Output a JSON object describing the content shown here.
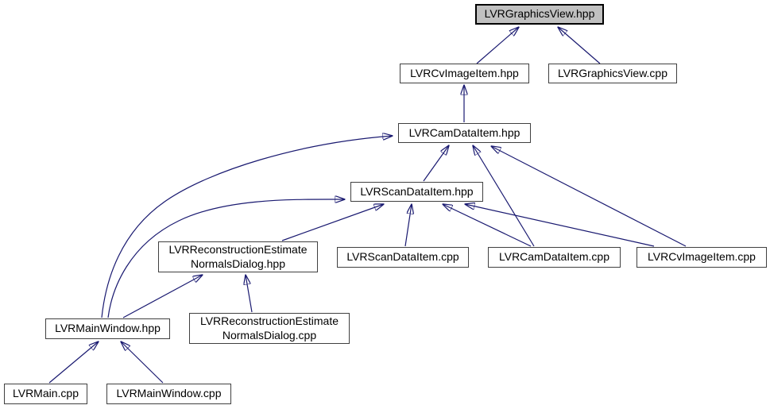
{
  "diagram": {
    "kind": "include-dependency-graph",
    "highlighted_node": "LVRGraphicsView.hpp",
    "colors": {
      "edge": "#191970",
      "node_fill": "#ffffff",
      "node_border": "#404040",
      "highlight_fill": "#c0c0c0",
      "highlight_border": "#000000",
      "text": "#000000",
      "background": "#ffffff"
    },
    "nodes": [
      {
        "id": "lvrgraphicsview-hpp",
        "label": "LVRGraphicsView.hpp"
      },
      {
        "id": "lvrcvimageitem-hpp",
        "label": "LVRCvImageItem.hpp"
      },
      {
        "id": "lvrgraphicsview-cpp",
        "label": "LVRGraphicsView.cpp"
      },
      {
        "id": "lvrcamdataitem-hpp",
        "label": "LVRCamDataItem.hpp"
      },
      {
        "id": "lvrscandataitem-hpp",
        "label": "LVRScanDataItem.hpp"
      },
      {
        "id": "lvrreconstructionestimatenormalsdialog-hpp",
        "label": "LVRReconstructionEstimate\nNormalsDialog.hpp"
      },
      {
        "id": "lvrscandataitem-cpp",
        "label": "LVRScanDataItem.cpp"
      },
      {
        "id": "lvrcamdataitem-cpp",
        "label": "LVRCamDataItem.cpp"
      },
      {
        "id": "lvrcvimageitem-cpp",
        "label": "LVRCvImageItem.cpp"
      },
      {
        "id": "lvrmainwindow-hpp",
        "label": "LVRMainWindow.hpp"
      },
      {
        "id": "lvrreconstructionestimatenormalsdialog-cpp",
        "label": "LVRReconstructionEstimate\nNormalsDialog.cpp"
      },
      {
        "id": "lvrmain-cpp",
        "label": "LVRMain.cpp"
      },
      {
        "id": "lvrmainwindow-cpp",
        "label": "LVRMainWindow.cpp"
      }
    ],
    "edges": [
      {
        "from": "LVRCvImageItem.hpp",
        "to": "LVRGraphicsView.hpp"
      },
      {
        "from": "LVRGraphicsView.cpp",
        "to": "LVRGraphicsView.hpp"
      },
      {
        "from": "LVRCamDataItem.hpp",
        "to": "LVRCvImageItem.hpp"
      },
      {
        "from": "LVRScanDataItem.hpp",
        "to": "LVRCamDataItem.hpp"
      },
      {
        "from": "LVRCamDataItem.cpp",
        "to": "LVRCamDataItem.hpp"
      },
      {
        "from": "LVRCvImageItem.cpp",
        "to": "LVRCamDataItem.hpp"
      },
      {
        "from": "LVRMainWindow.hpp",
        "to": "LVRCamDataItem.hpp"
      },
      {
        "from": "LVRScanDataItem.cpp",
        "to": "LVRScanDataItem.hpp"
      },
      {
        "from": "LVRCamDataItem.cpp",
        "to": "LVRScanDataItem.hpp"
      },
      {
        "from": "LVRCvImageItem.cpp",
        "to": "LVRScanDataItem.hpp"
      },
      {
        "from": "LVRReconstructionEstimateNormalsDialog.hpp",
        "to": "LVRScanDataItem.hpp"
      },
      {
        "from": "LVRMainWindow.hpp",
        "to": "LVRScanDataItem.hpp"
      },
      {
        "from": "LVRMainWindow.hpp",
        "to": "LVRReconstructionEstimateNormalsDialog.hpp"
      },
      {
        "from": "LVRReconstructionEstimateNormalsDialog.cpp",
        "to": "LVRReconstructionEstimateNormalsDialog.hpp"
      },
      {
        "from": "LVRMain.cpp",
        "to": "LVRMainWindow.hpp"
      },
      {
        "from": "LVRMainWindow.cpp",
        "to": "LVRMainWindow.hpp"
      }
    ]
  }
}
